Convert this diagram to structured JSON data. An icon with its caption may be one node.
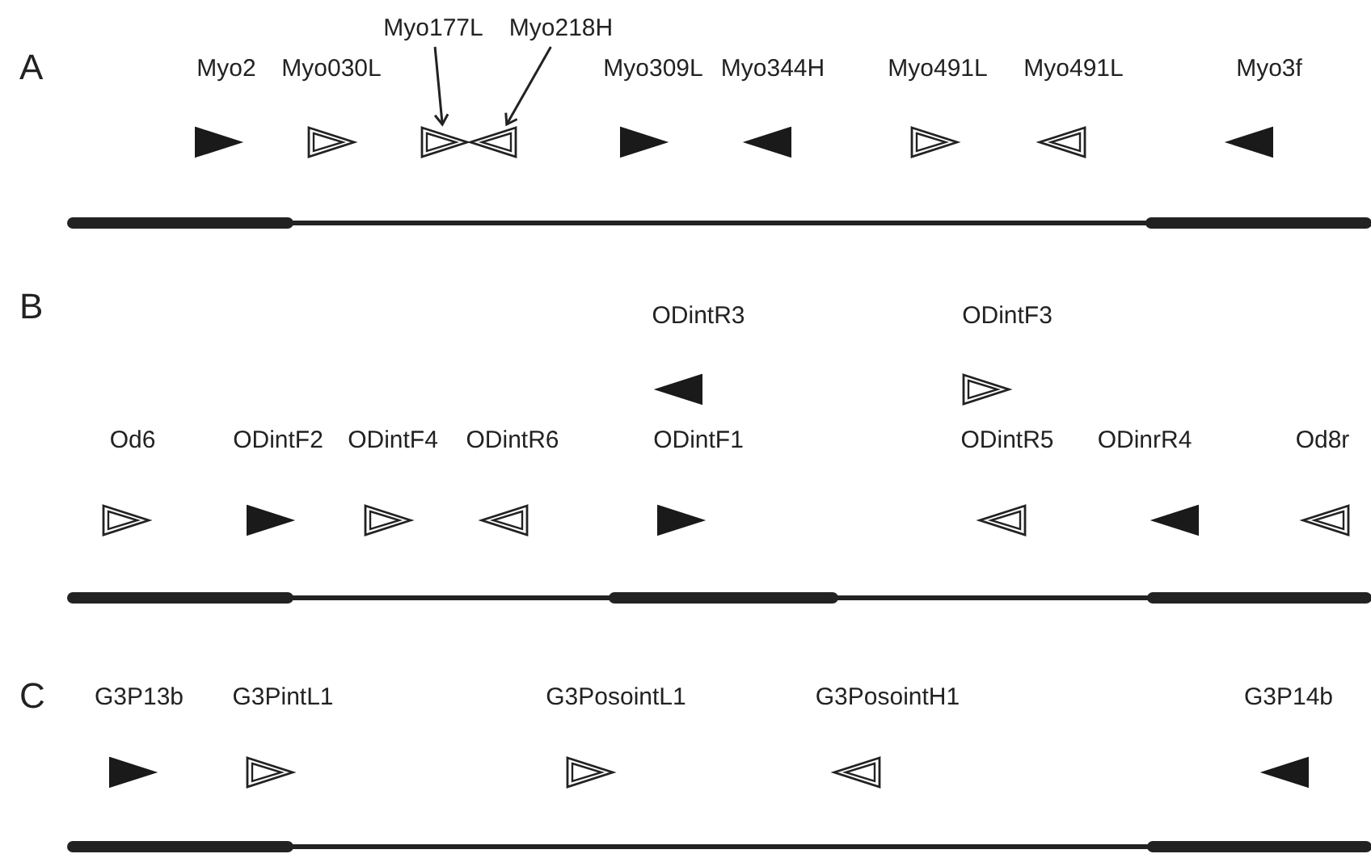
{
  "diagram": {
    "nodes": [
      {
        "text": [
          "Myo177L"
        ]
      },
      {
        "text": [
          "Myo218H"
        ]
      },
      {
        "text": [],
        "shape": "triangle"
      },
      {
        "text": [],
        "shape": "triangle"
      }
    ],
    "edges": [
      {
        "from": 0,
        "to": 2,
        "arrow": "to"
      },
      {
        "from": 1,
        "to": 3,
        "arrow": "to"
      }
    ],
    "labels": [
      "A",
      "Myo2",
      "Myo030L",
      "Myo309L",
      "Myo344H",
      "Myo491L",
      "Myo491L",
      "Myo3f",
      "B",
      "ODintR3",
      "ODintF3",
      "Od6",
      "ODintF2",
      "ODintF4",
      "ODintR6",
      "ODintF1",
      "ODintR5",
      "ODinrR4",
      "Od8r",
      "C",
      "G3P13b",
      "G3PintL1",
      "G3PosointL1",
      "G3PosointH1",
      "G3P14b"
    ]
  }
}
